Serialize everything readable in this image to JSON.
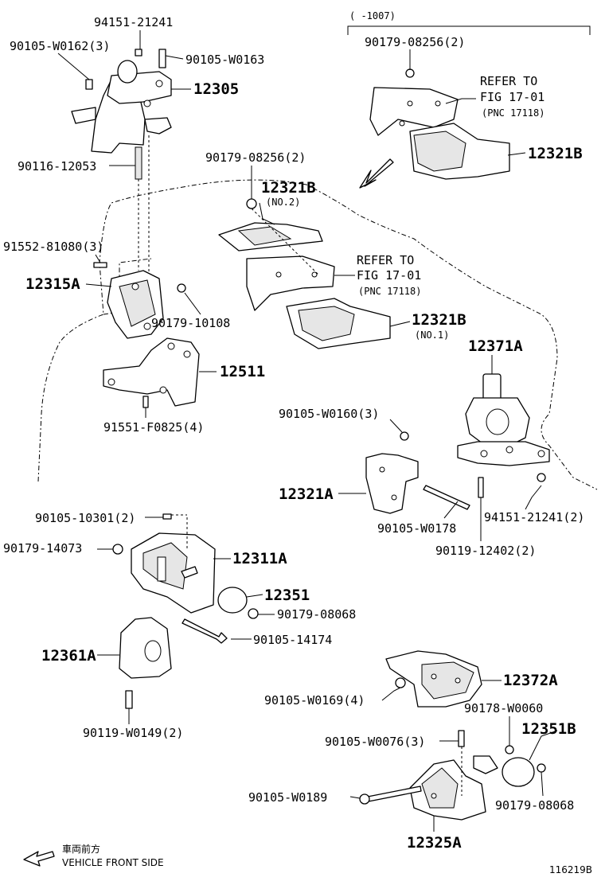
{
  "labels": {
    "p94151_21241_top": "94151-21241",
    "p90105_W0162": "90105-W0162(3)",
    "p90105_W0163": "90105-W0163",
    "p12305": "12305",
    "p90116_12053": "90116-12053",
    "range_bracket": "(     -1007)",
    "p90179_08256_top": "90179-08256(2)",
    "refer1_l1": "REFER TO",
    "refer1_l2": "FIG 17-01",
    "refer1_l3": "(PNC 17118)",
    "p12321B_top": "12321B",
    "p90179_08256_mid": "90179-08256(2)",
    "p12321B_no2": "12321B",
    "no2": "(NO.2)",
    "refer2_l1": "REFER TO",
    "refer2_l2": "FIG 17-01",
    "refer2_l3": "(PNC 17118)",
    "p12321B_no1": "12321B",
    "no1": "(NO.1)",
    "p91552_81080": "91552-81080(3)",
    "p12315A": "12315A",
    "p90179_10108": "90179-10108",
    "p12511": "12511",
    "p91551_F0825": "91551-F0825(4)",
    "p12371A": "12371A",
    "p90105_W0160": "90105-W0160(3)",
    "p12321A": "12321A",
    "p90105_W0178": "90105-W0178",
    "p94151_21241_right": "94151-21241(2)",
    "p90119_12402": "90119-12402(2)",
    "p90105_10301": "90105-10301(2)",
    "p90179_14073": "90179-14073",
    "p12311A": "12311A",
    "p12351": "12351",
    "p90179_08068_mid": "90179-08068",
    "p90105_14174": "90105-14174",
    "p12361A": "12361A",
    "p90119_W0149": "90119-W0149(2)",
    "p12372A": "12372A",
    "p90105_W0169": "90105-W0169(4)",
    "p90178_W0060": "90178-W0060",
    "p90105_W0076": "90105-W0076(3)",
    "p12351B": "12351B",
    "p90105_W0189": "90105-W0189",
    "p90179_08068_bot": "90179-08068",
    "p12325A": "12325A",
    "front_jp": "車両前方",
    "front_en": "VEHICLE FRONT SIDE",
    "figure_id": "116219B"
  }
}
